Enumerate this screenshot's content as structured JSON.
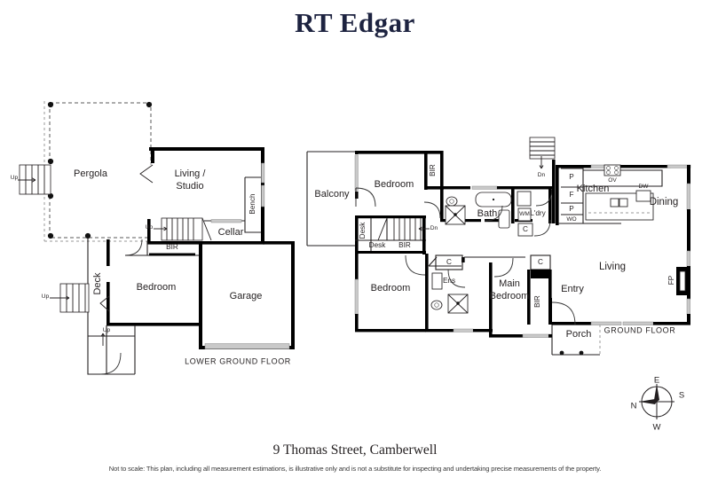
{
  "brand": {
    "title": "RT Edgar"
  },
  "footer": {
    "address": "9 Thomas Street, Camberwell",
    "disclaimer": "Not to scale: This plan, including all measurement estimations, is illustrative only and is not a substitute for inspecting and undertaking precise measurements of the property."
  },
  "colors": {
    "brand_navy": "#1d2340",
    "ink": "#231f20",
    "wall": "#000000",
    "window_glass": "#c9c9c9",
    "paper": "#ffffff"
  },
  "floors": [
    {
      "id": "lower-ground",
      "caption": "LOWER GROUND FLOOR",
      "rooms": [
        {
          "key": "pergola",
          "label": "Pergola"
        },
        {
          "key": "living_studio",
          "label": "Living /\nStudio",
          "line1": "Living /",
          "line2": "Studio"
        },
        {
          "key": "cellar",
          "label": "Cellar"
        },
        {
          "key": "bench",
          "label": "Bench"
        },
        {
          "key": "bir",
          "label": "BIR"
        },
        {
          "key": "deck",
          "label": "Deck"
        },
        {
          "key": "bedroom",
          "label": "Bedroom"
        },
        {
          "key": "garage",
          "label": "Garage"
        }
      ],
      "stairs": [
        {
          "key": "pergola-stair",
          "label": "Up"
        },
        {
          "key": "studio-stair",
          "label": "Up"
        },
        {
          "key": "deck-stair",
          "label": "Up"
        },
        {
          "key": "deck-lower-stair",
          "label": "Up"
        }
      ]
    },
    {
      "id": "ground",
      "caption": "GROUND FLOOR",
      "rooms": [
        {
          "key": "balcony",
          "label": "Balcony"
        },
        {
          "key": "bedroom_upper",
          "label": "Bedroom"
        },
        {
          "key": "bir_upper",
          "label": "BIR"
        },
        {
          "key": "bath",
          "label": "Bath"
        },
        {
          "key": "laundry",
          "label": "L'dry"
        },
        {
          "key": "wm",
          "label": "WM"
        },
        {
          "key": "cupboard_ldry",
          "label": "C"
        },
        {
          "key": "desk_v",
          "label": "Desk"
        },
        {
          "key": "desk_h",
          "label": "Desk"
        },
        {
          "key": "bir_desk",
          "label": "BIR"
        },
        {
          "key": "bedroom_lower",
          "label": "Bedroom"
        },
        {
          "key": "ensuite",
          "label": "Ens"
        },
        {
          "key": "cupboard_hall",
          "label": "C"
        },
        {
          "key": "cupboard_entry",
          "label": "C"
        },
        {
          "key": "main_bedroom",
          "line1": "Main",
          "line2": "Bedroom",
          "label": "Main Bedroom"
        },
        {
          "key": "bir_main",
          "label": "BIR"
        },
        {
          "key": "entry",
          "label": "Entry"
        },
        {
          "key": "porch",
          "label": "Porch"
        },
        {
          "key": "living",
          "label": "Living"
        },
        {
          "key": "dining",
          "label": "Dining"
        },
        {
          "key": "kitchen",
          "label": "Kitchen"
        },
        {
          "key": "fireplace",
          "label": "FP"
        }
      ],
      "appliances": [
        {
          "key": "oven",
          "label": "OV"
        },
        {
          "key": "dishwasher",
          "label": "DW"
        },
        {
          "key": "pantry_top",
          "label": "P"
        },
        {
          "key": "fridge",
          "label": "F"
        },
        {
          "key": "pantry_mid",
          "label": "P"
        },
        {
          "key": "wall_oven",
          "label": "WO"
        }
      ],
      "stairs": [
        {
          "key": "bedroom-stair-down",
          "label": "Dn"
        },
        {
          "key": "hall-stair-down",
          "label": "Dn"
        }
      ]
    }
  ],
  "compass": {
    "name": "compass-rose",
    "north": "N",
    "east": "E",
    "south": "S",
    "west": "W"
  }
}
